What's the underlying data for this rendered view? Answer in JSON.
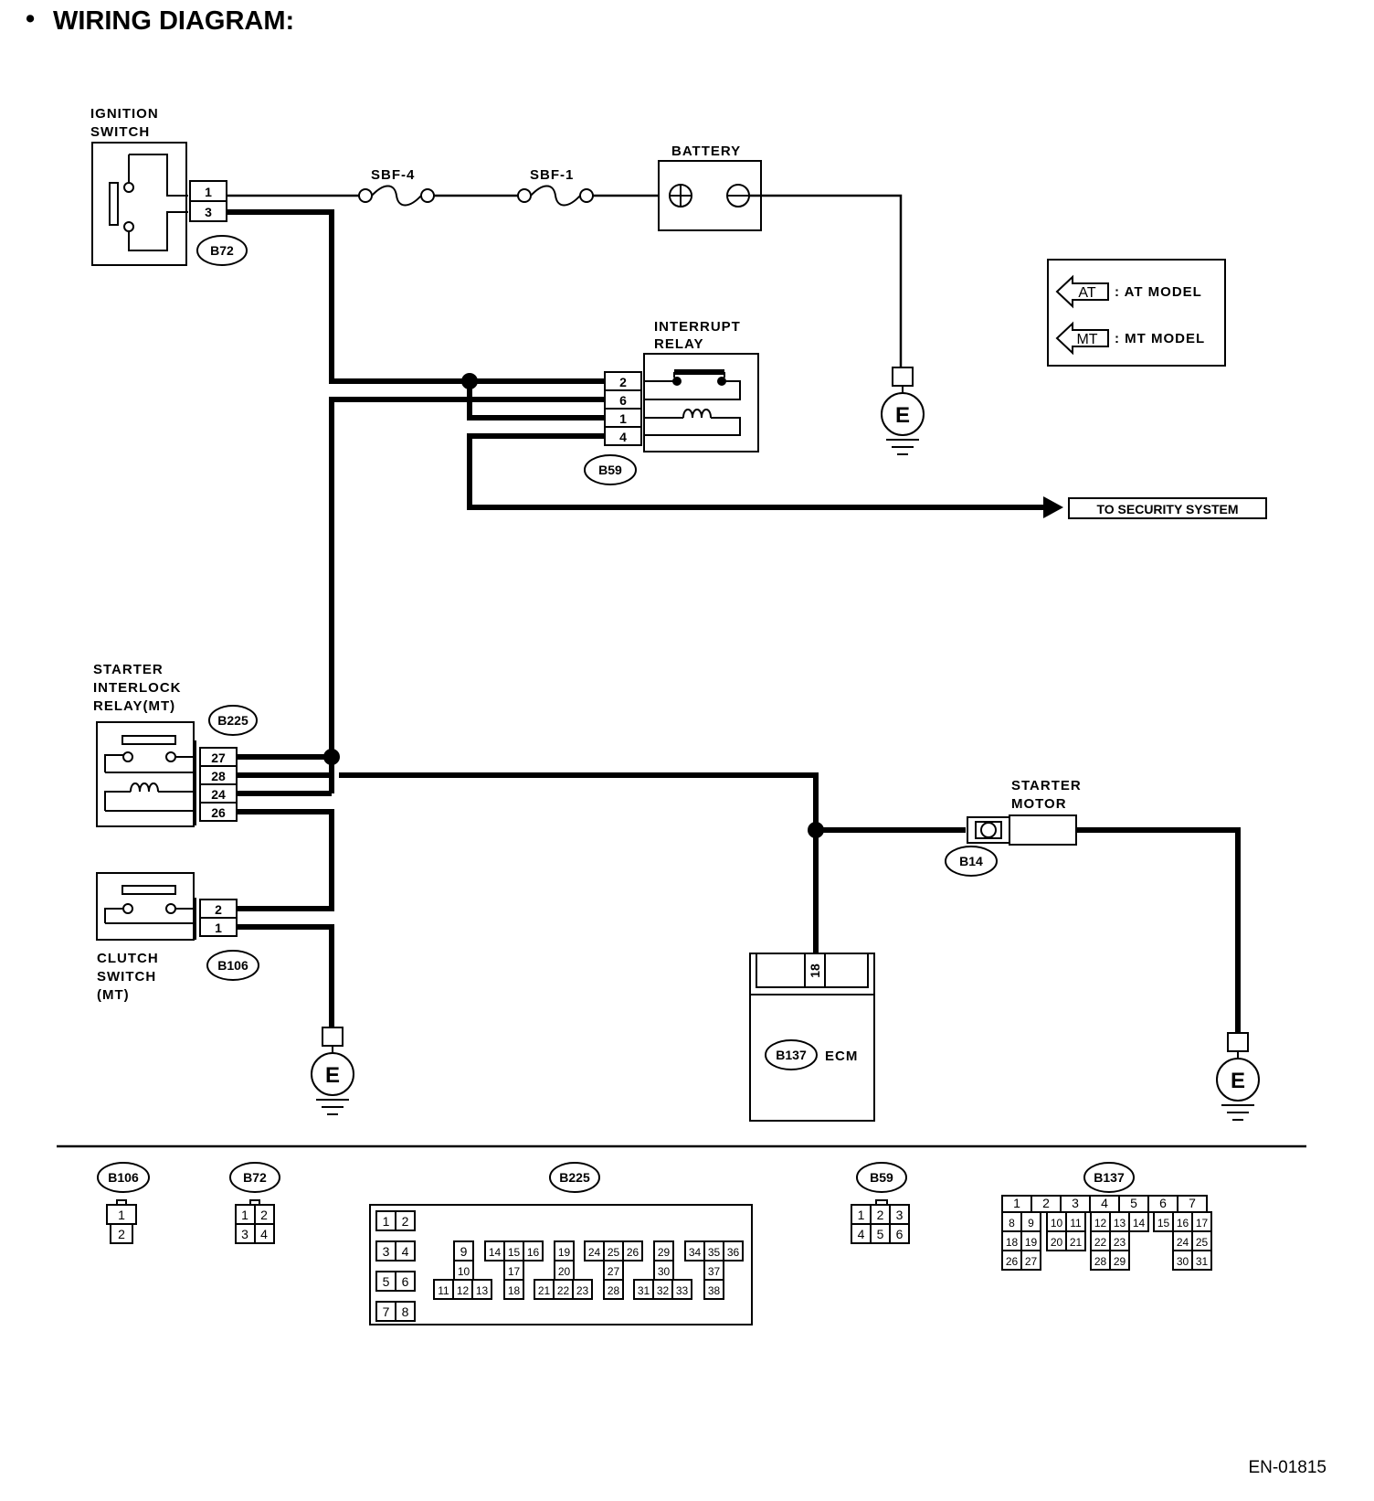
{
  "title": "WIRING DIAGRAM:",
  "bullet": "•",
  "labels": {
    "ignition_switch": [
      "IGNITION",
      "SWITCH"
    ],
    "battery": "BATTERY",
    "sbf4": "SBF-4",
    "sbf1": "SBF-1",
    "interrupt_relay": [
      "INTERRUPT",
      "RELAY"
    ],
    "starter_interlock_relay": [
      "STARTER",
      "INTERLOCK",
      "RELAY(MT)"
    ],
    "clutch_switch": [
      "CLUTCH",
      "SWITCH",
      "(MT)"
    ],
    "starter_motor": [
      "STARTER",
      "MOTOR"
    ],
    "ecm": "ECM",
    "security": "TO SECURITY SYSTEM",
    "ground": "E"
  },
  "legend": [
    {
      "tag": "AT",
      "text": ": AT MODEL"
    },
    {
      "tag": "MT",
      "text": ": MT MODEL"
    }
  ],
  "connectors": {
    "ignition": {
      "id": "B72",
      "pins": [
        "1",
        "3"
      ]
    },
    "interrupt": {
      "id": "B59",
      "pins": [
        "2",
        "6",
        "1",
        "4"
      ]
    },
    "interlock": {
      "id": "B225",
      "pins": [
        "27",
        "28",
        "24",
        "26"
      ]
    },
    "clutch": {
      "id": "B106",
      "pins": [
        "2",
        "1"
      ]
    },
    "starter": {
      "id": "B14"
    },
    "ecm": {
      "id": "B137",
      "pin": "18"
    }
  },
  "faces": {
    "B106": {
      "id": "B106",
      "cells": [
        "1",
        "2"
      ]
    },
    "B72": {
      "id": "B72",
      "cells": [
        "1",
        "2",
        "3",
        "4"
      ]
    },
    "B225": {
      "id": "B225",
      "cells": [
        "1",
        "2",
        "3",
        "4",
        "5",
        "6",
        "7",
        "8",
        "9",
        "10",
        "11",
        "12",
        "13",
        "14",
        "15",
        "16",
        "17",
        "18",
        "19",
        "20",
        "21",
        "22",
        "23",
        "24",
        "25",
        "26",
        "27",
        "28",
        "29",
        "30",
        "31",
        "32",
        "33",
        "34",
        "35",
        "36",
        "37",
        "38"
      ]
    },
    "B59": {
      "id": "B59",
      "cells": [
        "1",
        "2",
        "3",
        "4",
        "5",
        "6"
      ]
    },
    "B137": {
      "id": "B137",
      "cells": [
        "1",
        "2",
        "3",
        "4",
        "5",
        "6",
        "7",
        "8",
        "9",
        "10",
        "11",
        "12",
        "13",
        "14",
        "15",
        "16",
        "17",
        "18",
        "19",
        "20",
        "21",
        "22",
        "23",
        "24",
        "25",
        "26",
        "27",
        "28",
        "29",
        "30",
        "31"
      ]
    }
  },
  "figure_code": "EN-01815"
}
